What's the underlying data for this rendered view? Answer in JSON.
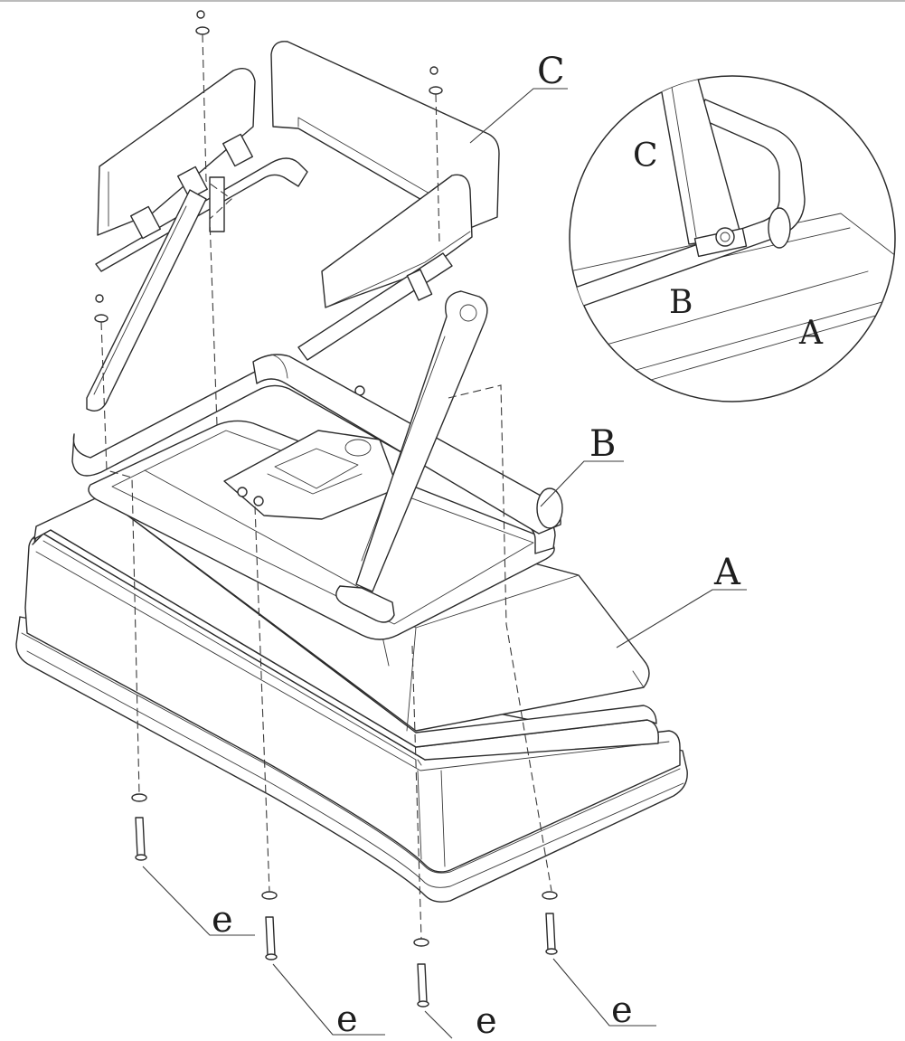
{
  "labels": {
    "c_main": "C",
    "b_main": "B",
    "a_main": "A",
    "detail_c": "C",
    "detail_b": "B",
    "detail_a": "A",
    "e1": "e",
    "e2": "e",
    "e3": "e",
    "e4": "e"
  },
  "colors": {
    "line": "#2b2b2b",
    "background": "#ffffff"
  }
}
